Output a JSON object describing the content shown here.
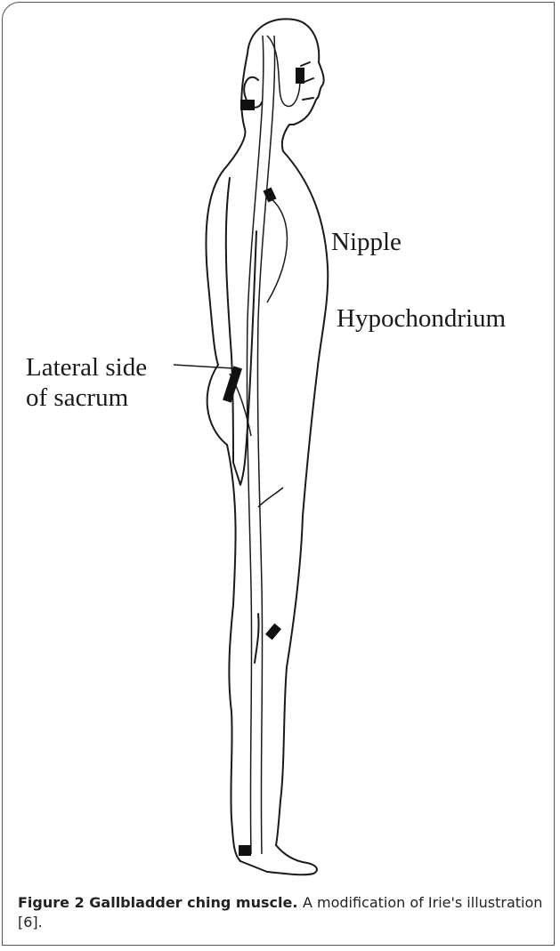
{
  "figure": {
    "labels": {
      "nipple": "Nipple",
      "hypochondrium": "Hypochondrium",
      "sacrum_line1": "Lateral side",
      "sacrum_line2": "of sacrum"
    },
    "caption": {
      "label": "Figure 2",
      "title": "Gallbladder ching muscle.",
      "text": "A modification of Irie's illustration [6]."
    }
  }
}
